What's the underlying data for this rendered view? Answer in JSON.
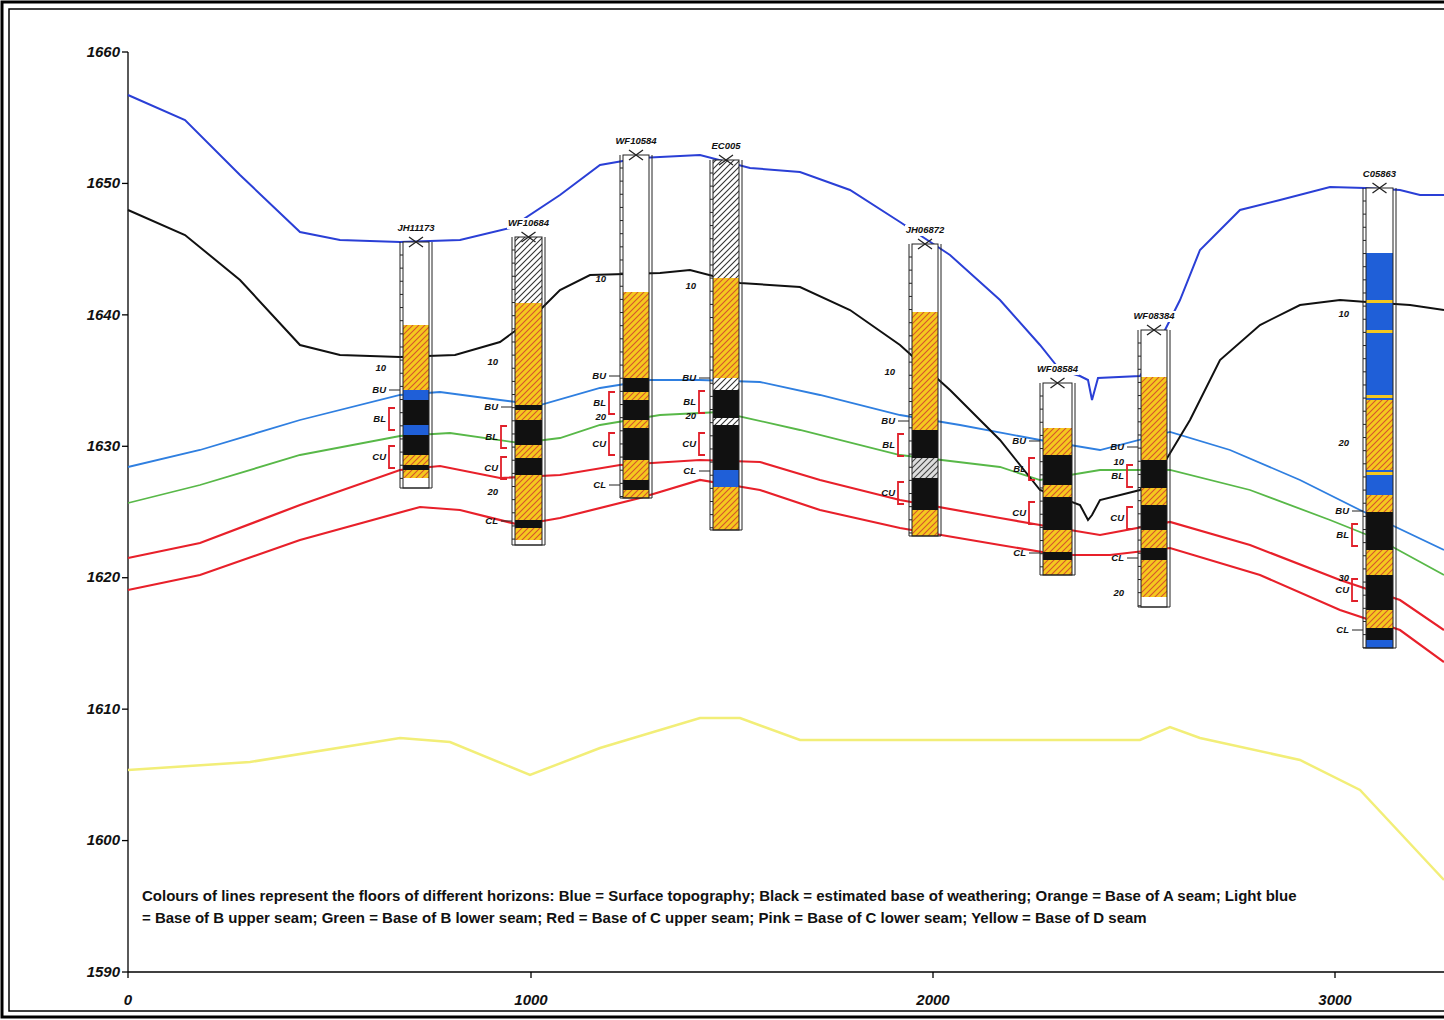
{
  "diagram": {
    "caption": "Colours of lines represent the floors of different horizons: Blue = Surface topography; Black = estimated base of weathering; Orange = Base of A seam; Light blue = Base of B upper seam; Green = Base of B lower seam; Red = Base of C upper seam; Pink = Base of C lower seam; Yellow = Base of D seam",
    "nodes": [
      {
        "text": [
          "JH11173"
        ]
      },
      {
        "text": [
          "WF10684"
        ]
      },
      {
        "text": [
          "WF10584"
        ]
      },
      {
        "text": [
          "EC005"
        ]
      },
      {
        "text": [
          "JH06872"
        ]
      },
      {
        "text": [
          "WF08584"
        ]
      },
      {
        "text": [
          "WF08384"
        ]
      },
      {
        "text": [
          "C05863"
        ]
      }
    ],
    "labels": [
      "1660",
      "1650",
      "1640",
      "1630",
      "1620",
      "1610",
      "1600",
      "1590",
      "0",
      "1000",
      "2000",
      "3000",
      "10",
      "BU",
      "BL",
      "CU",
      "10",
      "BU",
      "BL",
      "CU",
      "20",
      "CL",
      "10",
      "BU",
      "BL",
      "20",
      "CU",
      "CL",
      "10",
      "BU",
      "BL",
      "20",
      "CU",
      "CL",
      "10",
      "BU",
      "BL",
      "CU",
      "BU",
      "BL",
      "CU",
      "CL",
      "BU",
      "10",
      "BL",
      "CU",
      "CL",
      "20",
      "10",
      "20",
      "BU",
      "BL",
      "30",
      "CU",
      "CL"
    ]
  }
}
